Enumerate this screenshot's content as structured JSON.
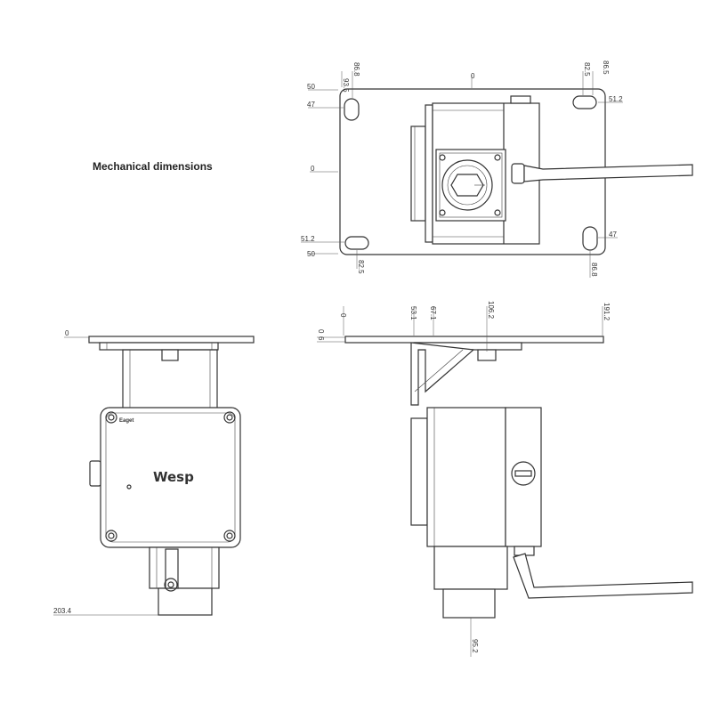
{
  "title": "Mechanical dimensions",
  "logo_text": "Wesp",
  "brand_text": "Eaget",
  "top_view": {
    "top_left_1": "93.5",
    "top_left_2": "86.8",
    "top_center": "0",
    "top_right_1": "82.5",
    "top_right_2": "86.5",
    "left_top_50": "50",
    "left_47": "47",
    "left_0": "0",
    "left_51_2": "51.2",
    "left_bottom_50": "50",
    "right_51_2": "51.2",
    "right_47": "47",
    "bottom_82_5": "82.5",
    "bottom_86_8": "86.8"
  },
  "front_view": {
    "left_0": "0",
    "bottom_203_4": "203.4"
  },
  "side_view": {
    "top_0": "0",
    "top_53_1": "53.1",
    "top_67_1": "67.1",
    "top_106_2": "106.2",
    "top_191_2": "191.2",
    "left_0": "0",
    "left_6": "6",
    "bottom_95_2": "95.2"
  }
}
